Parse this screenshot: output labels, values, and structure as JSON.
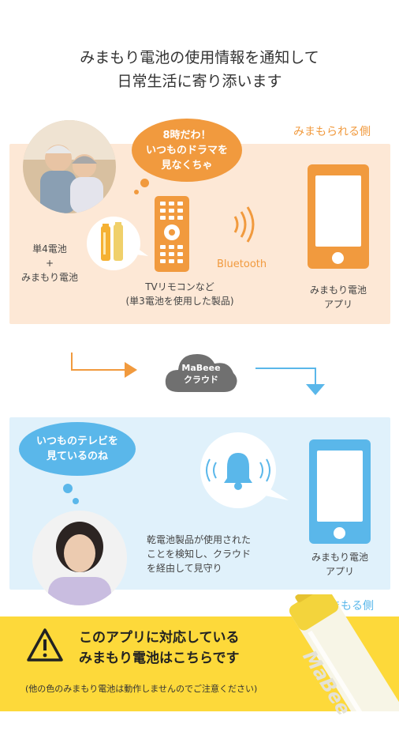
{
  "header": {
    "line1": "みまもり電池の使用情報を通知して",
    "line2": "日常生活に寄り添います"
  },
  "top_panel": {
    "side_label": "みまもられる側",
    "speech_line1": "8時だわ！",
    "speech_line2": "いつものドラマを",
    "speech_line3": "見なくちゃ",
    "battery_label_line1": "単4電池",
    "battery_label_plus": "+",
    "battery_label_line2": "みまもり電池",
    "remote_caption_line1": "TVリモコンなど",
    "remote_caption_line2": "(単3電池を使用した製品)",
    "bluetooth_label": "Bluetooth",
    "app_caption_line1": "みまもり電池",
    "app_caption_line2": "アプリ"
  },
  "cloud": {
    "line1": "MaBeee",
    "line2": "クラウド"
  },
  "bottom_panel": {
    "side_label": "みまもる側",
    "speech_line1": "いつものテレビを",
    "speech_line2": "見ているのね",
    "detect_line1": "乾電池製品が使用された",
    "detect_line2": "ことを検知し、クラウド",
    "detect_line3": "を経由して見守り",
    "app_caption_line1": "みまもり電池",
    "app_caption_line2": "アプリ"
  },
  "banner": {
    "line1": "このアプリに対応している",
    "line2": "みまもり電池はこちらです",
    "note": "(他の色のみまもり電池は動作しませんのでご注意ください)",
    "battery_brand": "MaBee"
  },
  "colors": {
    "orange": "#f19a3e",
    "blue": "#5ab7ea",
    "yellow": "#fdd93a",
    "peach_panel": "#fde8d6",
    "blue_panel": "#e0f1fb"
  }
}
